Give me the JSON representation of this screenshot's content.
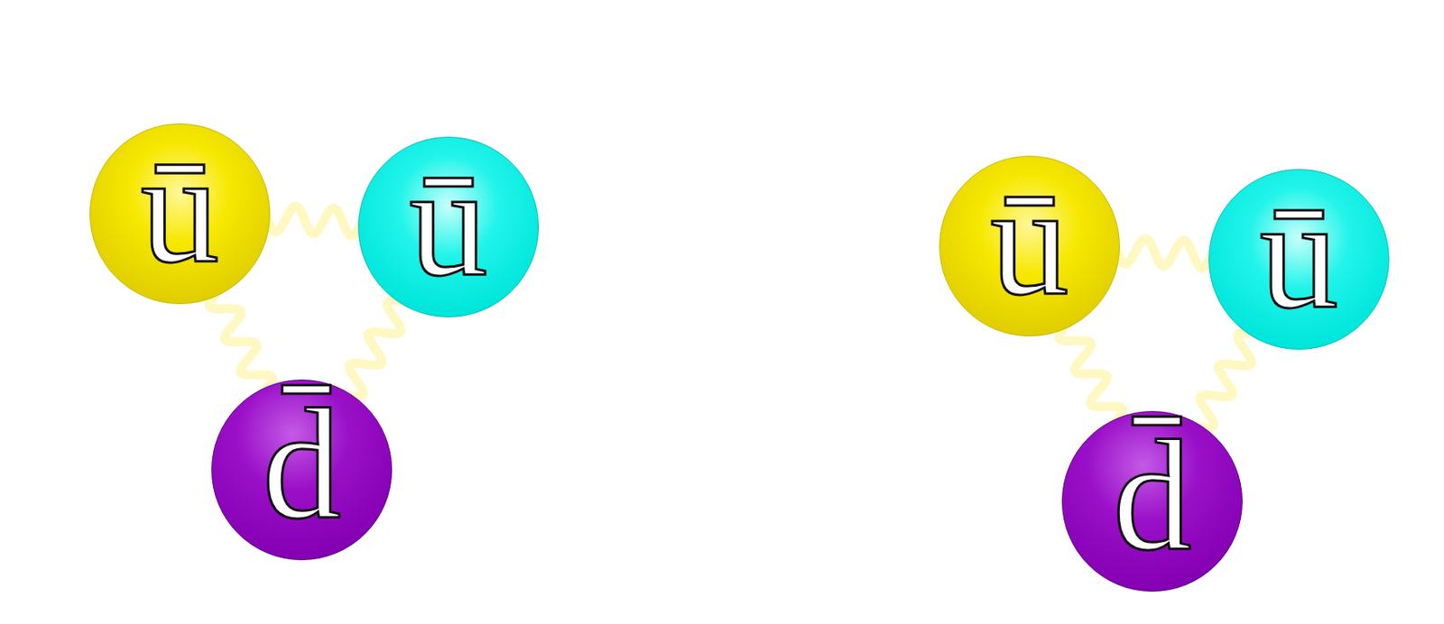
{
  "diagram": {
    "nodes": [
      {
        "text": []
      },
      {
        "text": [
          "ū"
        ],
        "in": 0
      },
      {
        "text": [
          "ū"
        ],
        "in": 0
      },
      {
        "text": [
          "d̄"
        ],
        "in": 0
      },
      {
        "text": []
      },
      {
        "text": [
          "ū"
        ],
        "in": 4
      },
      {
        "text": [
          "ū"
        ],
        "in": 4
      },
      {
        "text": [
          "d̄"
        ],
        "in": 4
      }
    ],
    "edges": [
      {
        "from": 1,
        "to": 2,
        "arrow": "none"
      },
      {
        "from": 1,
        "to": 3,
        "arrow": "none"
      },
      {
        "from": 2,
        "to": 3,
        "arrow": "none"
      },
      {
        "from": 5,
        "to": 6,
        "arrow": "none"
      },
      {
        "from": 5,
        "to": 7,
        "arrow": "none"
      },
      {
        "from": 6,
        "to": 7,
        "arrow": "none"
      }
    ]
  }
}
